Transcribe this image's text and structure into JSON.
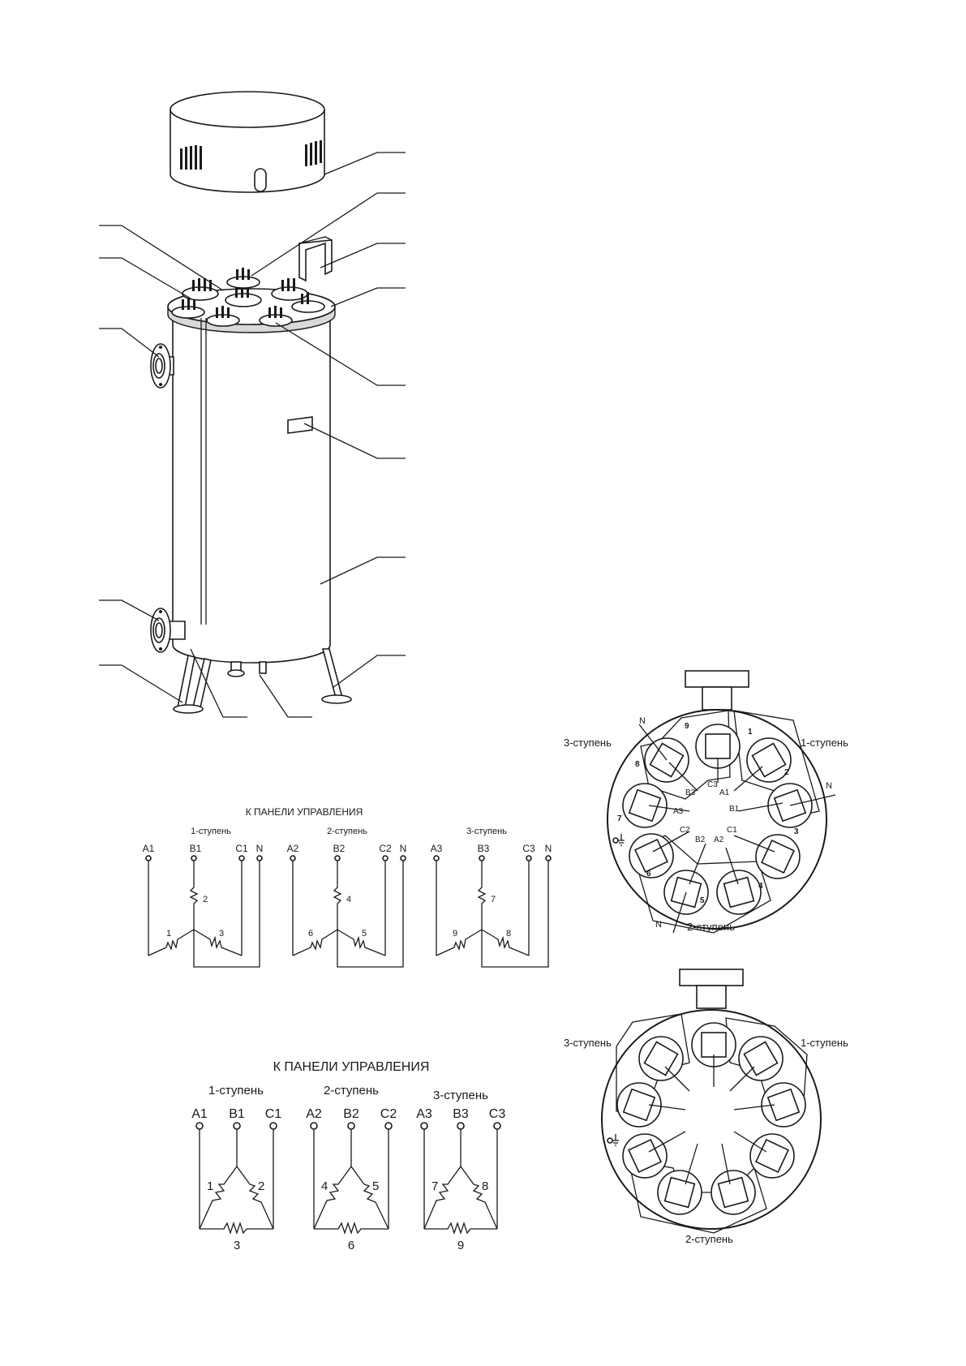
{
  "colors": {
    "ink": "#1a1a1a",
    "paper": "#ffffff",
    "shade": "#d9d9d9"
  },
  "star": {
    "title": "К ПАНЕЛИ УПРАВЛЕНИЯ",
    "groups": [
      {
        "stage": "1-ступень",
        "terminals": [
          "A1",
          "B1",
          "C1",
          "N"
        ],
        "heaters": [
          "2",
          "1",
          "3"
        ]
      },
      {
        "stage": "2-ступень",
        "terminals": [
          "A2",
          "B2",
          "C2",
          "N"
        ],
        "heaters": [
          "4",
          "6",
          "5"
        ]
      },
      {
        "stage": "3-ступень",
        "terminals": [
          "A3",
          "B3",
          "C3",
          "N"
        ],
        "heaters": [
          "7",
          "9",
          "8"
        ]
      }
    ]
  },
  "delta": {
    "title": "К ПАНЕЛИ УПРАВЛЕНИЯ",
    "groups": [
      {
        "stage": "1-ступень",
        "terminals": [
          "A1",
          "B1",
          "C1"
        ],
        "heaters": [
          "1",
          "2",
          "3"
        ]
      },
      {
        "stage": "2-ступень",
        "terminals": [
          "A2",
          "B2",
          "C2"
        ],
        "heaters": [
          "4",
          "5",
          "6"
        ]
      },
      {
        "stage": "3-ступень",
        "terminals": [
          "A3",
          "B3",
          "C3"
        ],
        "heaters": [
          "7",
          "8",
          "9"
        ]
      }
    ]
  },
  "round_star": {
    "stage_labels": [
      "3-ступень",
      "1-ступень",
      "2-ступень"
    ],
    "heater_numbers": [
      "9",
      "1",
      "2",
      "3",
      "4",
      "5",
      "6",
      "7",
      "8"
    ],
    "center_labels": [
      "C3",
      "B3",
      "A1",
      "A3",
      "B1",
      "C2",
      "C1",
      "B2",
      "A2"
    ],
    "neutral_label": "N"
  },
  "round_delta": {
    "stage_labels": [
      "3-ступень",
      "1-ступень",
      "2-ступень"
    ]
  },
  "icons": [
    "ground-icon"
  ]
}
